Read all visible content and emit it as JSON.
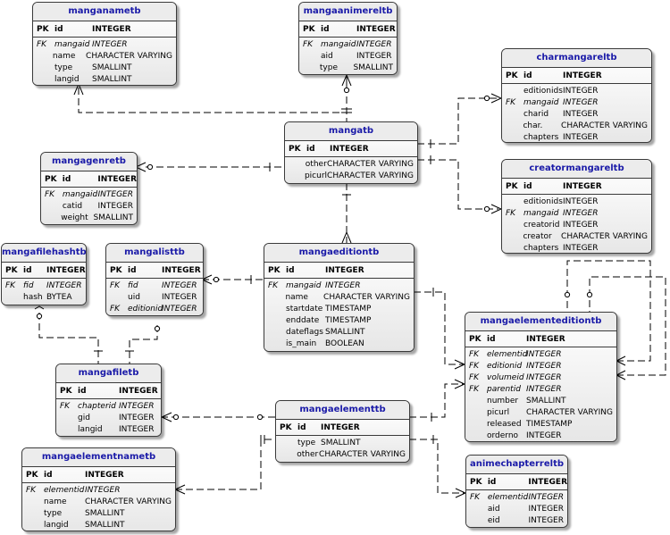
{
  "entities": [
    {
      "id": "manganametb",
      "title": "manganametb",
      "columns": [
        {
          "key": "PK",
          "name": "id",
          "type": "INTEGER"
        },
        {
          "key": "FK",
          "name": "mangaid",
          "type": "INTEGER"
        },
        {
          "key": "",
          "name": "name",
          "type": "CHARACTER VARYING"
        },
        {
          "key": "",
          "name": "type",
          "type": "SMALLINT"
        },
        {
          "key": "",
          "name": "langid",
          "type": "SMALLINT"
        }
      ]
    },
    {
      "id": "mangaanimereltb",
      "title": "mangaanimereltb",
      "columns": [
        {
          "key": "PK",
          "name": "id",
          "type": "INTEGER"
        },
        {
          "key": "FK",
          "name": "mangaid",
          "type": "INTEGER"
        },
        {
          "key": "",
          "name": "aid",
          "type": "INTEGER"
        },
        {
          "key": "",
          "name": "type",
          "type": "SMALLINT"
        }
      ]
    },
    {
      "id": "charmangareltb",
      "title": "charmangareltb",
      "columns": [
        {
          "key": "PK",
          "name": "id",
          "type": "INTEGER"
        },
        {
          "key": "",
          "name": "editionids",
          "type": "INTEGER"
        },
        {
          "key": "FK",
          "name": "mangaid",
          "type": "INTEGER"
        },
        {
          "key": "",
          "name": "charid",
          "type": "INTEGER"
        },
        {
          "key": "",
          "name": "char.",
          "type": "CHARACTER VARYING"
        },
        {
          "key": "",
          "name": "chapters",
          "type": "INTEGER"
        }
      ]
    },
    {
      "id": "mangatb",
      "title": "mangatb",
      "columns": [
        {
          "key": "PK",
          "name": "id",
          "type": "INTEGER"
        },
        {
          "key": "",
          "name": "other",
          "type": "CHARACTER VARYING"
        },
        {
          "key": "",
          "name": "picurl",
          "type": "CHARACTER VARYING"
        }
      ]
    },
    {
      "id": "mangagenretb",
      "title": "mangagenretb",
      "columns": [
        {
          "key": "PK",
          "name": "id",
          "type": "INTEGER"
        },
        {
          "key": "FK",
          "name": "mangaid",
          "type": "INTEGER"
        },
        {
          "key": "",
          "name": "catid",
          "type": "INTEGER"
        },
        {
          "key": "",
          "name": "weight",
          "type": "SMALLINT"
        }
      ]
    },
    {
      "id": "creatormangareltb",
      "title": "creatormangareltb",
      "columns": [
        {
          "key": "PK",
          "name": "id",
          "type": "INTEGER"
        },
        {
          "key": "",
          "name": "editionids",
          "type": "INTEGER"
        },
        {
          "key": "FK",
          "name": "mangaid",
          "type": "INTEGER"
        },
        {
          "key": "",
          "name": "creatorid",
          "type": "INTEGER"
        },
        {
          "key": "",
          "name": "creator",
          "type": "CHARACTER VARYING"
        },
        {
          "key": "",
          "name": "chapters",
          "type": "INTEGER"
        }
      ]
    },
    {
      "id": "mangafilehashtb",
      "title": "mangafilehashtb",
      "columns": [
        {
          "key": "PK",
          "name": "id",
          "type": "INTEGER"
        },
        {
          "key": "FK",
          "name": "fid",
          "type": "INTEGER"
        },
        {
          "key": "",
          "name": "hash",
          "type": "BYTEA"
        }
      ]
    },
    {
      "id": "mangalisttb",
      "title": "mangalisttb",
      "columns": [
        {
          "key": "PK",
          "name": "id",
          "type": "INTEGER"
        },
        {
          "key": "FK",
          "name": "fid",
          "type": "INTEGER"
        },
        {
          "key": "",
          "name": "uid",
          "type": "INTEGER"
        },
        {
          "key": "FK",
          "name": "editionid",
          "type": "INTEGER"
        }
      ]
    },
    {
      "id": "mangaeditiontb",
      "title": "mangaeditiontb",
      "columns": [
        {
          "key": "PK",
          "name": "id",
          "type": "INTEGER"
        },
        {
          "key": "FK",
          "name": "mangaid",
          "type": "INTEGER"
        },
        {
          "key": "",
          "name": "name",
          "type": "CHARACTER VARYING"
        },
        {
          "key": "",
          "name": "startdate",
          "type": "TIMESTAMP"
        },
        {
          "key": "",
          "name": "enddate",
          "type": "TIMESTAMP"
        },
        {
          "key": "",
          "name": "dateflags",
          "type": "SMALLINT"
        },
        {
          "key": "",
          "name": "is_main",
          "type": "BOOLEAN"
        }
      ]
    },
    {
      "id": "mangaelementeditiontb",
      "title": "mangaelementeditiontb",
      "columns": [
        {
          "key": "PK",
          "name": "id",
          "type": "INTEGER"
        },
        {
          "key": "FK",
          "name": "elementid",
          "type": "INTEGER"
        },
        {
          "key": "FK",
          "name": "editionid",
          "type": "INTEGER"
        },
        {
          "key": "FK",
          "name": "volumeid",
          "type": "INTEGER"
        },
        {
          "key": "FK",
          "name": "parentid",
          "type": "INTEGER"
        },
        {
          "key": "",
          "name": "number",
          "type": "SMALLINT"
        },
        {
          "key": "",
          "name": "picurl",
          "type": "CHARACTER VARYING"
        },
        {
          "key": "",
          "name": "released",
          "type": "TIMESTAMP"
        },
        {
          "key": "",
          "name": "orderno",
          "type": "INTEGER"
        }
      ]
    },
    {
      "id": "mangafiletb",
      "title": "mangafiletb",
      "columns": [
        {
          "key": "PK",
          "name": "id",
          "type": "INTEGER"
        },
        {
          "key": "FK",
          "name": "chapterid",
          "type": "INTEGER"
        },
        {
          "key": "",
          "name": "gid",
          "type": "INTEGER"
        },
        {
          "key": "",
          "name": "langid",
          "type": "INTEGER"
        }
      ]
    },
    {
      "id": "mangaelementtb",
      "title": "mangaelementtb",
      "columns": [
        {
          "key": "PK",
          "name": "id",
          "type": "INTEGER"
        },
        {
          "key": "",
          "name": "type",
          "type": "SMALLINT"
        },
        {
          "key": "",
          "name": "other",
          "type": "CHARACTER VARYING"
        }
      ]
    },
    {
      "id": "mangaelementnametb",
      "title": "mangaelementnametb",
      "columns": [
        {
          "key": "PK",
          "name": "id",
          "type": "INTEGER"
        },
        {
          "key": "FK",
          "name": "elementid",
          "type": "INTEGER"
        },
        {
          "key": "",
          "name": "name",
          "type": "CHARACTER VARYING"
        },
        {
          "key": "",
          "name": "type",
          "type": "SMALLINT"
        },
        {
          "key": "",
          "name": "langid",
          "type": "SMALLINT"
        }
      ]
    },
    {
      "id": "animechapterreltb",
      "title": "animechapterreltb",
      "columns": [
        {
          "key": "PK",
          "name": "id",
          "type": "INTEGER"
        },
        {
          "key": "FK",
          "name": "elementid",
          "type": "INTEGER"
        },
        {
          "key": "",
          "name": "aid",
          "type": "INTEGER"
        },
        {
          "key": "",
          "name": "eid",
          "type": "INTEGER"
        }
      ]
    }
  ]
}
